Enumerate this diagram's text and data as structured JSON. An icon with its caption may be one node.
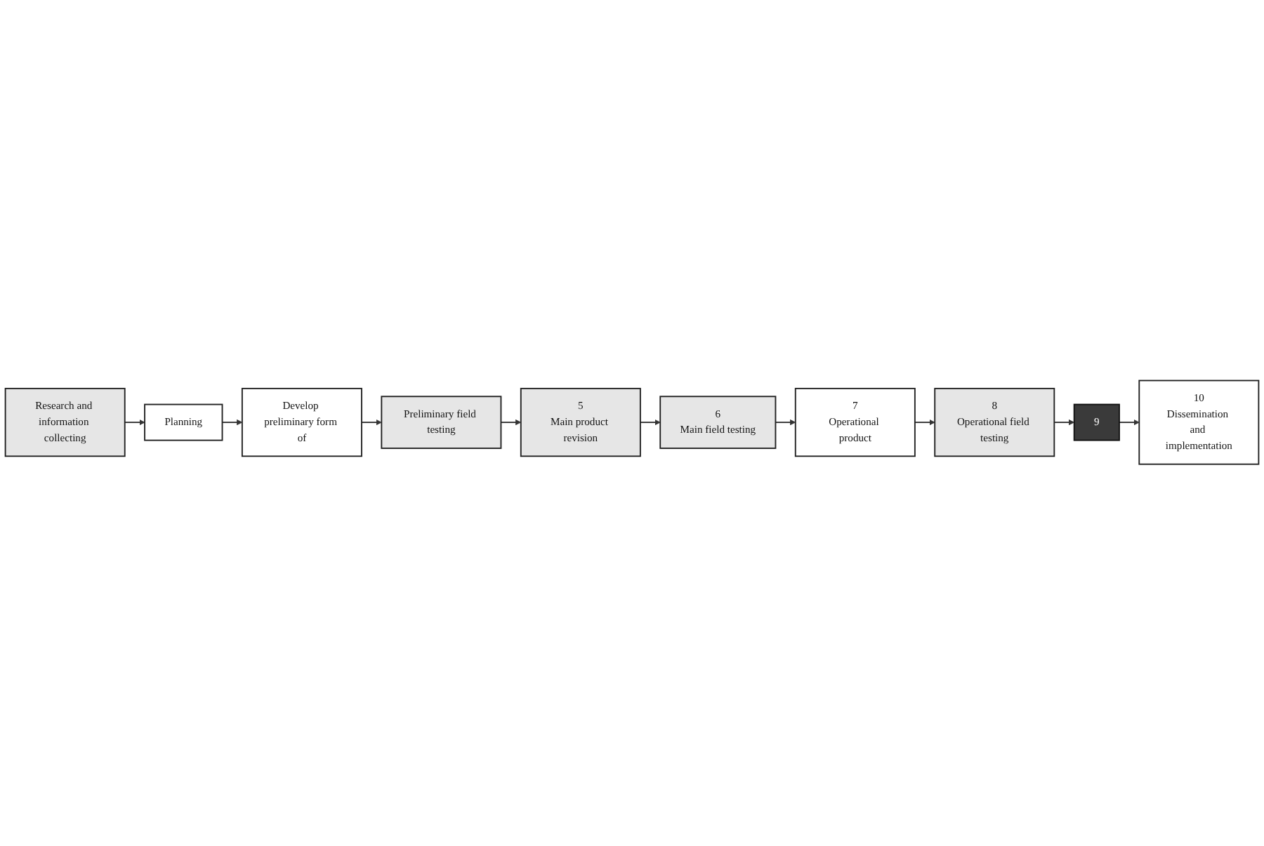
{
  "diagram": {
    "nodes": [
      {
        "text": [
          "Research and information collecting"
        ]
      },
      {
        "text": [
          "Planning"
        ]
      },
      {
        "text": [
          "Develop preliminary form of"
        ]
      },
      {
        "text": [
          "Preliminary field testing"
        ]
      },
      {
        "text": [
          "5",
          "Main product revision"
        ]
      },
      {
        "text": [
          "6",
          "Main field testing"
        ]
      },
      {
        "text": [
          "7",
          "Operational product"
        ]
      },
      {
        "text": [
          "8",
          "Operational field testing"
        ]
      },
      {
        "text": [
          "9"
        ]
      },
      {
        "text": [
          "10",
          "Dissemination and implementation"
        ]
      }
    ],
    "edges": [
      {
        "from": 0,
        "to": 1,
        "arrow": "to"
      },
      {
        "from": 1,
        "to": 2,
        "arrow": "to"
      },
      {
        "from": 2,
        "to": 3,
        "arrow": "to"
      },
      {
        "from": 3,
        "to": 4,
        "arrow": "to"
      },
      {
        "from": 4,
        "to": 5,
        "arrow": "to"
      },
      {
        "from": 5,
        "to": 6,
        "arrow": "to"
      },
      {
        "from": 6,
        "to": 7,
        "arrow": "to"
      },
      {
        "from": 7,
        "to": 8,
        "arrow": "to"
      },
      {
        "from": 8,
        "to": 9,
        "arrow": "to"
      }
    ]
  }
}
